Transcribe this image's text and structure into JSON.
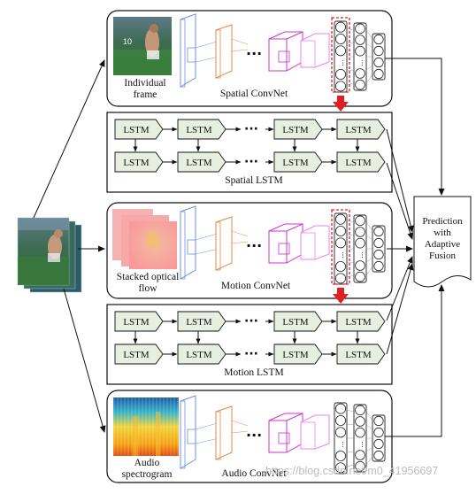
{
  "colors": {
    "conv_blue": "#6f8fe0",
    "conv_orange": "#e7874a",
    "conv_magenta": "#cc33cc",
    "conv_pink": "#ee82ee",
    "lstm_fill": "#e6efe0",
    "highlight_red": "#e02020",
    "spectrogram_warm": "#ff8800",
    "flow_pink": "#f7a7a7"
  },
  "icons": {
    "input_video": "stacked-video-frames-icon",
    "frame": "soccer-player-frame-image",
    "flow": "optical-flow-stack-image",
    "spectrogram": "audio-spectrogram-image",
    "fusion": "document-node-shape"
  },
  "streams": {
    "spatial": {
      "input_label": "Individual frame",
      "net_label": "Spatial ConvNet"
    },
    "motion": {
      "input_label": "Stacked optical flow",
      "net_label": "Motion ConvNet"
    },
    "audio": {
      "input_label": "Audio spectrogram",
      "net_label": "Audio ConvNet"
    }
  },
  "lstm_blocks": {
    "spatial": {
      "label": "Spatial LSTM",
      "row1": [
        "LSTM",
        "LSTM",
        "LSTM",
        "LSTM"
      ],
      "row2": [
        "LSTM",
        "LSTM",
        "LSTM",
        "LSTM"
      ]
    },
    "motion": {
      "label": "Motion LSTM",
      "row1": [
        "LSTM",
        "LSTM",
        "LSTM",
        "LSTM"
      ],
      "row2": [
        "LSTM",
        "LSTM",
        "LSTM",
        "LSTM"
      ]
    }
  },
  "fusion": {
    "label": "Prediction with Adaptive Fusion"
  },
  "watermark": "https://blog.csdn.net/m0_41956697"
}
